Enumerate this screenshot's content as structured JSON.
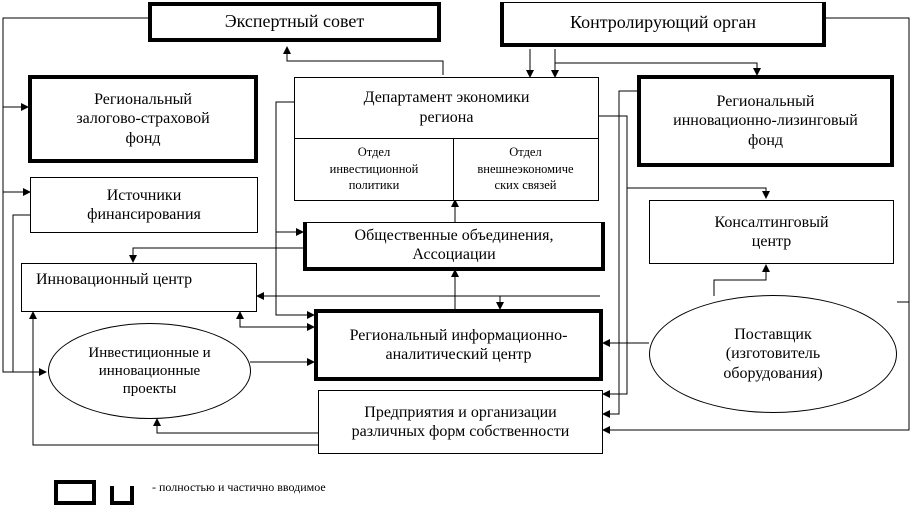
{
  "nodes": {
    "expert_council": "Экспертный совет",
    "controlling_body": "Контролирующий орган",
    "regional_guarantee_fund": "Региональный\nзалогово-страховой\nфонд",
    "economics_department": "Департамент экономики\nрегиона",
    "investment_policy_dept": "Отдел\nинвестиционной\nполитики",
    "foreign_relations_dept": "Отдел\nвнешнеэкономиче\nских связей",
    "regional_leasing_fund": "Региональный\nинновационно-лизинговый\nфонд",
    "funding_sources": "Источники\nфинансирования",
    "consulting_center": "Консалтинговый\nцентр",
    "public_associations": "Общественные объединения,\nАссоциации",
    "innovation_center": "Инновационный центр",
    "info_analytical_center": "Региональный информационно-\nаналитический центр",
    "investment_projects": "Инвестиционные и\nинновационные\nпроекты",
    "supplier": "Поставщик\n(изготовитель\nоборудования)",
    "enterprises": "Предприятия и организации\nразличных форм собственности"
  },
  "legend": {
    "text": "- полностью и частично вводимое"
  }
}
